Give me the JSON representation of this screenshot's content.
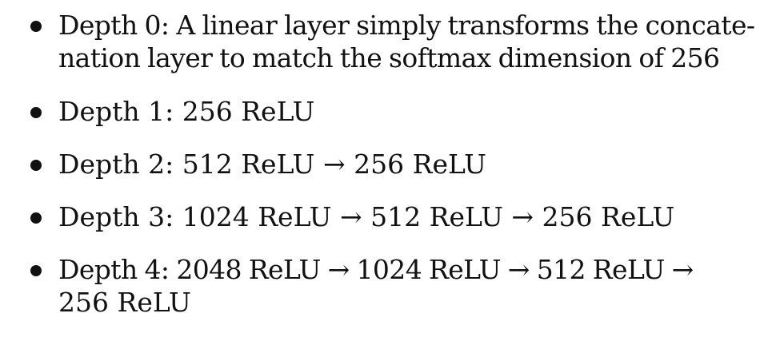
{
  "items": [
    {
      "lines": [
        "Depth 0:  A linear layer simply transforms the concate-",
        "nation layer to match the softmax dimension of 256"
      ]
    },
    {
      "lines": [
        "Depth 1:  256 ReLU"
      ]
    },
    {
      "lines": [
        "Depth 2:  512 ReLU → 256 ReLU"
      ]
    },
    {
      "lines": [
        "Depth 3:  1024 ReLU → 512 ReLU → 256 ReLU"
      ]
    },
    {
      "lines": [
        "Depth 4:  2048 ReLU → 1024 ReLU → 512 ReLU →",
        "256 ReLU"
      ]
    }
  ]
}
